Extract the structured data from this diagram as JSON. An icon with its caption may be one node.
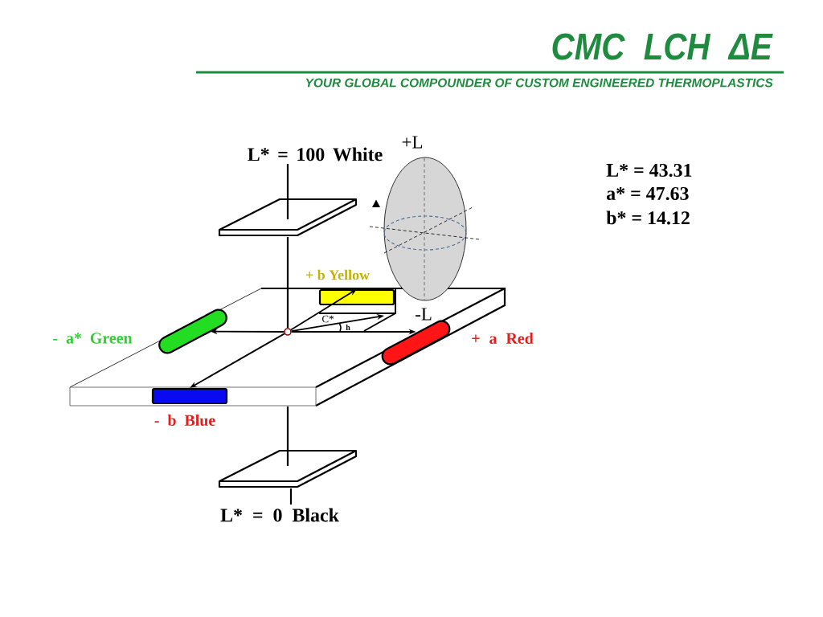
{
  "diagram": {
    "title": "CMC LCH ΔE",
    "nodes": [
      {
        "text": [],
        "shape": "circle"
      },
      {
        "text": [],
        "shape": "bar",
        "beside": [
          "+ b Yellow"
        ]
      },
      {
        "text": [],
        "shape": "bar",
        "beside": [
          "- a* Green"
        ]
      },
      {
        "text": [],
        "shape": "bar",
        "beside": [
          "+ a Red"
        ]
      },
      {
        "text": [],
        "shape": "bar",
        "beside": [
          "- b Blue"
        ]
      }
    ],
    "edges": [
      {
        "from": 0,
        "to": 1,
        "arrow": "to"
      },
      {
        "from": 0,
        "to": 2,
        "arrow": "to"
      },
      {
        "from": 0,
        "to": 3,
        "arrow": "to"
      },
      {
        "from": 0,
        "to": 4,
        "arrow": "to"
      },
      {
        "from": 0,
        "to": null,
        "arrow": "to",
        "label": "C*"
      }
    ],
    "labels": [
      "YOUR GLOBAL COMPOUNDER OF CUSTOM ENGINEERED THERMOPLASTICS",
      "+L",
      "L* = 100 White",
      "L* = 43.31",
      "a* = 47.63",
      "b* = 14.12",
      "-L",
      "h",
      "L* = 0 Black"
    ]
  }
}
